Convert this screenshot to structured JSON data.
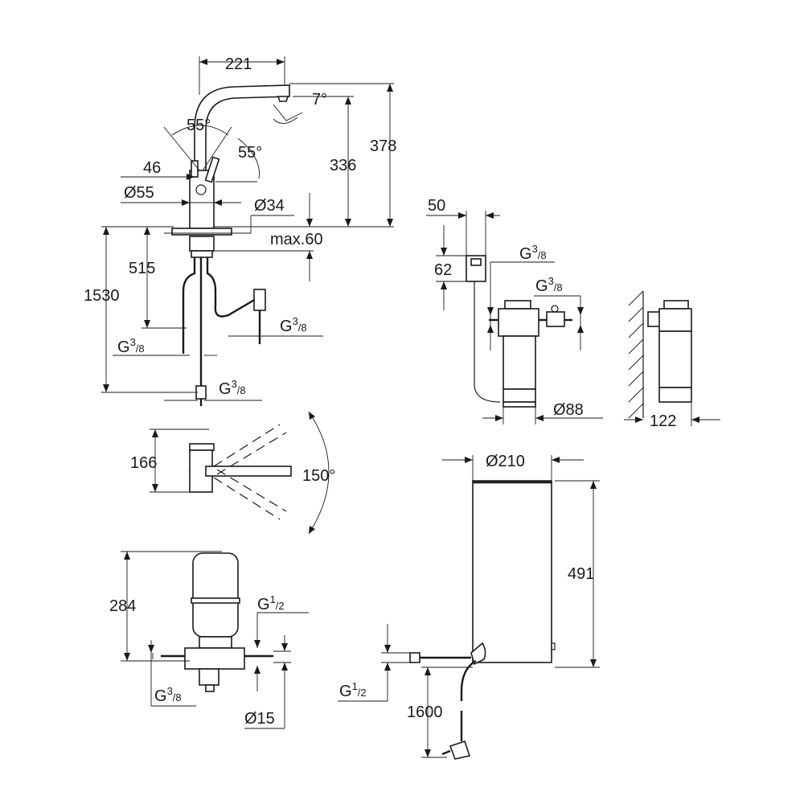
{
  "colors": {
    "line": "#1a1a1a",
    "background": "#ffffff"
  },
  "faucet_side": {
    "reach": "221",
    "angle_spout": "7°",
    "angle_lever_1": "55°",
    "angle_lever_2": "55°",
    "lever_offset": "46",
    "body_diameter": "Ø55",
    "hole_diameter": "Ø34",
    "spout_height": "336",
    "total_height": "378",
    "deck_thickness": "max.60",
    "below_deck": "515",
    "hose_length": "1530",
    "conn_1": {
      "main": "G",
      "num": "3",
      "den": "8"
    },
    "conn_2": {
      "main": "G",
      "num": "3",
      "den": "8"
    },
    "conn_3": {
      "main": "G",
      "num": "3",
      "den": "8"
    }
  },
  "filter_unit": {
    "head_width": "50",
    "head_height": "62",
    "conn_in": {
      "main": "G",
      "num": "3",
      "den": "8"
    },
    "conn_out": {
      "main": "G",
      "num": "3",
      "den": "8"
    },
    "diameter": "Ø88",
    "wall_depth": "122"
  },
  "faucet_top": {
    "depth": "166",
    "swivel": "150°"
  },
  "expansion_vessel": {
    "height": "284",
    "conn_top": {
      "main": "G",
      "num": "1",
      "den": "2"
    },
    "conn_bottom": {
      "main": "G",
      "num": "3",
      "den": "8"
    },
    "pipe_diameter": "Ø15"
  },
  "boiler": {
    "diameter": "Ø210",
    "height": "491",
    "conn": {
      "main": "G",
      "num": "1",
      "den": "2"
    },
    "cable_length": "1600"
  }
}
